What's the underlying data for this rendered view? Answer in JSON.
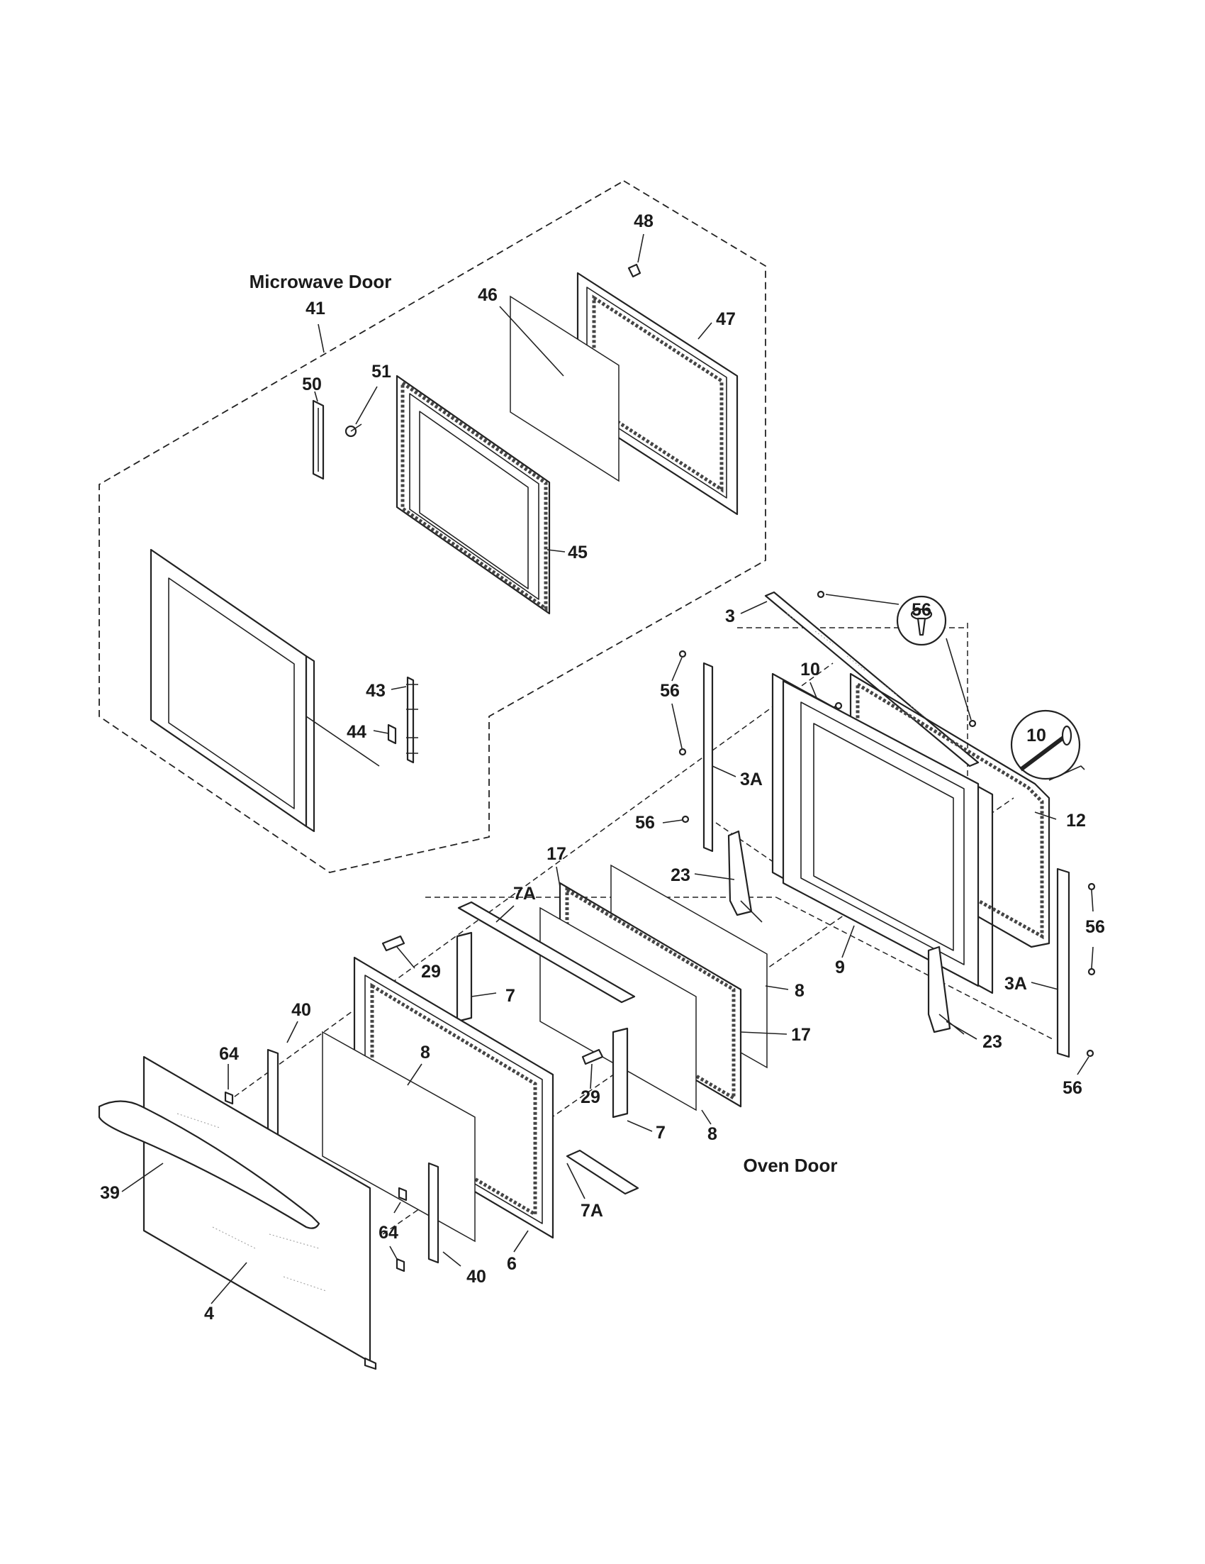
{
  "titles": {
    "microwave": "Microwave Door",
    "oven": "Oven Door"
  },
  "labels": {
    "p41": "41",
    "p48": "48",
    "p46": "46",
    "p47": "47",
    "p50": "50",
    "p51": "51",
    "p45": "45",
    "p43": "43",
    "p44": "44",
    "p3": "3",
    "p56a": "56",
    "p56b": "56",
    "p10a": "10",
    "p10b": "10",
    "p12": "12",
    "p3Aa": "3A",
    "p56c": "56",
    "p17a": "17",
    "p23a": "23",
    "p7Aa": "7A",
    "p8a": "8",
    "p9": "9",
    "p56d": "56",
    "p3Ab": "3A",
    "p29a": "29",
    "p7a": "7",
    "p40a": "40",
    "p8b": "8",
    "p17b": "17",
    "p23b": "23",
    "p64a": "64",
    "p29b": "29",
    "p56e": "56",
    "p7b": "7",
    "p8c": "8",
    "p39": "39",
    "p7Ab": "7A",
    "p64b": "64",
    "p6": "6",
    "p40b": "40",
    "p4": "4"
  }
}
